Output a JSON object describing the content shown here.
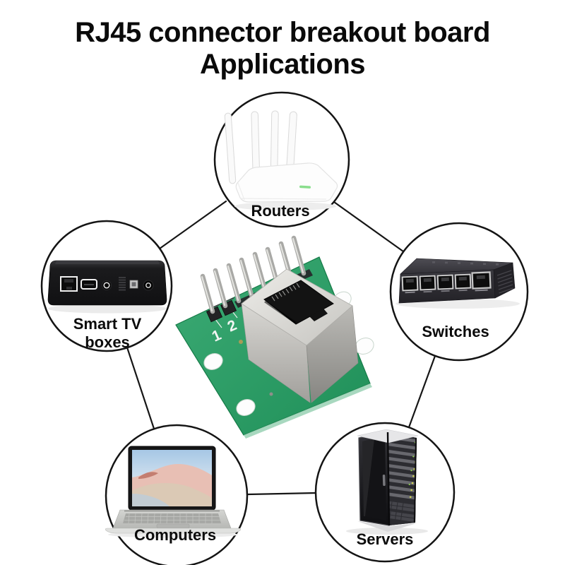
{
  "title": {
    "line1": "RJ45 connector breakout board",
    "line2": "Applications"
  },
  "center_board": {
    "name": "RJ45 connector breakout board",
    "silkscreen_pin1": "1",
    "silkscreen_pin2": "2"
  },
  "nodes": [
    {
      "id": "routers",
      "label": "Routers"
    },
    {
      "id": "smart-tv-boxes",
      "label_line1": "Smart TV",
      "label_line2": "boxes"
    },
    {
      "id": "switches",
      "label": "Switches"
    },
    {
      "id": "computers",
      "label": "Computers"
    },
    {
      "id": "servers",
      "label": "Servers"
    }
  ],
  "edges": [
    [
      "routers",
      "smart-tv-boxes"
    ],
    [
      "routers",
      "switches"
    ],
    [
      "smart-tv-boxes",
      "computers"
    ],
    [
      "switches",
      "servers"
    ],
    [
      "computers",
      "servers"
    ]
  ],
  "colors": {
    "background": "#ffffff",
    "line": "#161616",
    "text": "#0b0b0b",
    "pcb_green": "#2f9e68",
    "jack_silver": "#cfcecb",
    "led_green": "#8ade8d",
    "router_white": "#fdfdfd",
    "device_black": "#1b1b1d"
  }
}
